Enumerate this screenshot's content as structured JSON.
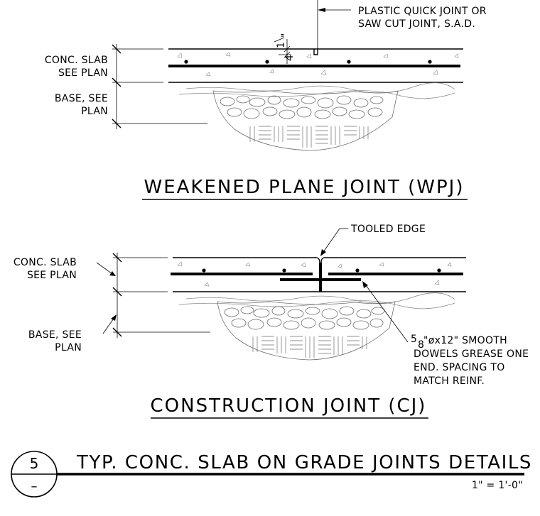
{
  "wpj": {
    "title": "WEAKENED PLANE JOINT (WPJ)",
    "slab_label_1": "CONC. SLAB",
    "slab_label_2": "SEE PLAN",
    "base_label_1": "BASE, SEE",
    "base_label_2": "PLAN",
    "joint_note_1": "PLASTIC QUICK JOINT OR",
    "joint_note_2": "SAW CUT JOINT, S.A.D.",
    "depth_num": "1",
    "depth_den": "4",
    "depth_quote": "\""
  },
  "cj": {
    "title": "CONSTRUCTION JOINT (CJ)",
    "slab_label_1": "CONC. SLAB",
    "slab_label_2": "SEE PLAN",
    "base_label_1": "BASE, SEE",
    "base_label_2": "PLAN",
    "edge_note": "TOOLED EDGE",
    "dowel_num": "5",
    "dowel_den": "8",
    "dowel_note_1": "\"øx12\" SMOOTH",
    "dowel_note_2": "DOWELS GREASE ONE",
    "dowel_note_3": "END. SPACING TO",
    "dowel_note_4": "MATCH REINF."
  },
  "title_block": {
    "detail_number": "5",
    "sheet_number": "–",
    "title": "TYP. CONC. SLAB ON GRADE JOINTS DETAILS",
    "scale": "1\" = 1'-0\""
  }
}
